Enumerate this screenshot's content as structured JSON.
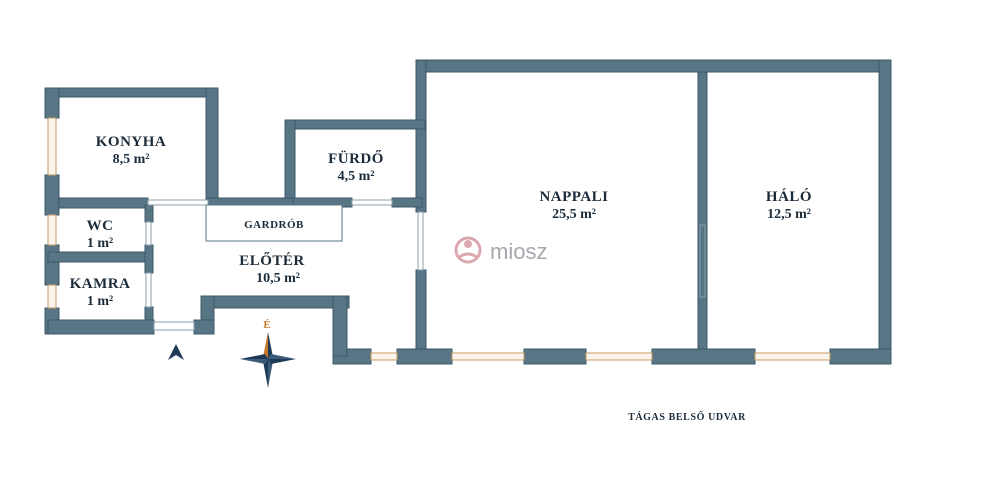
{
  "colors": {
    "wall": "#587585",
    "wall_stroke": "#3e5868",
    "window": "#e7c9a0",
    "compass_dark": "#1f3a57",
    "compass_accent": "#c8782e",
    "logo_accent": "#d79aa3",
    "logo_text": "#a5a9ae"
  },
  "rooms": {
    "konyha": {
      "name": "KONYHA",
      "area": "8,5 m²"
    },
    "furdo": {
      "name": "FÜRDŐ",
      "area": "4,5 m²"
    },
    "nappali": {
      "name": "NAPPALI",
      "area": "25,5 m²"
    },
    "halo": {
      "name": "HÁLÓ",
      "area": "12,5 m²"
    },
    "wc": {
      "name": "WC",
      "area": "1 m²"
    },
    "kamra": {
      "name": "KAMRA",
      "area": "1 m²"
    },
    "eloter": {
      "name": "ELŐTÉR",
      "area": "10,5 m²"
    }
  },
  "gardrob_label": "GARDRÓB",
  "compass_letter": "É",
  "logo_text": "miosz",
  "yard_label": "TÁGAS BELSŐ UDVAR",
  "icons": {
    "entrance": "entrance-arrow-icon",
    "compass": "compass-rose-icon",
    "logo": "miosz-logo-icon"
  }
}
